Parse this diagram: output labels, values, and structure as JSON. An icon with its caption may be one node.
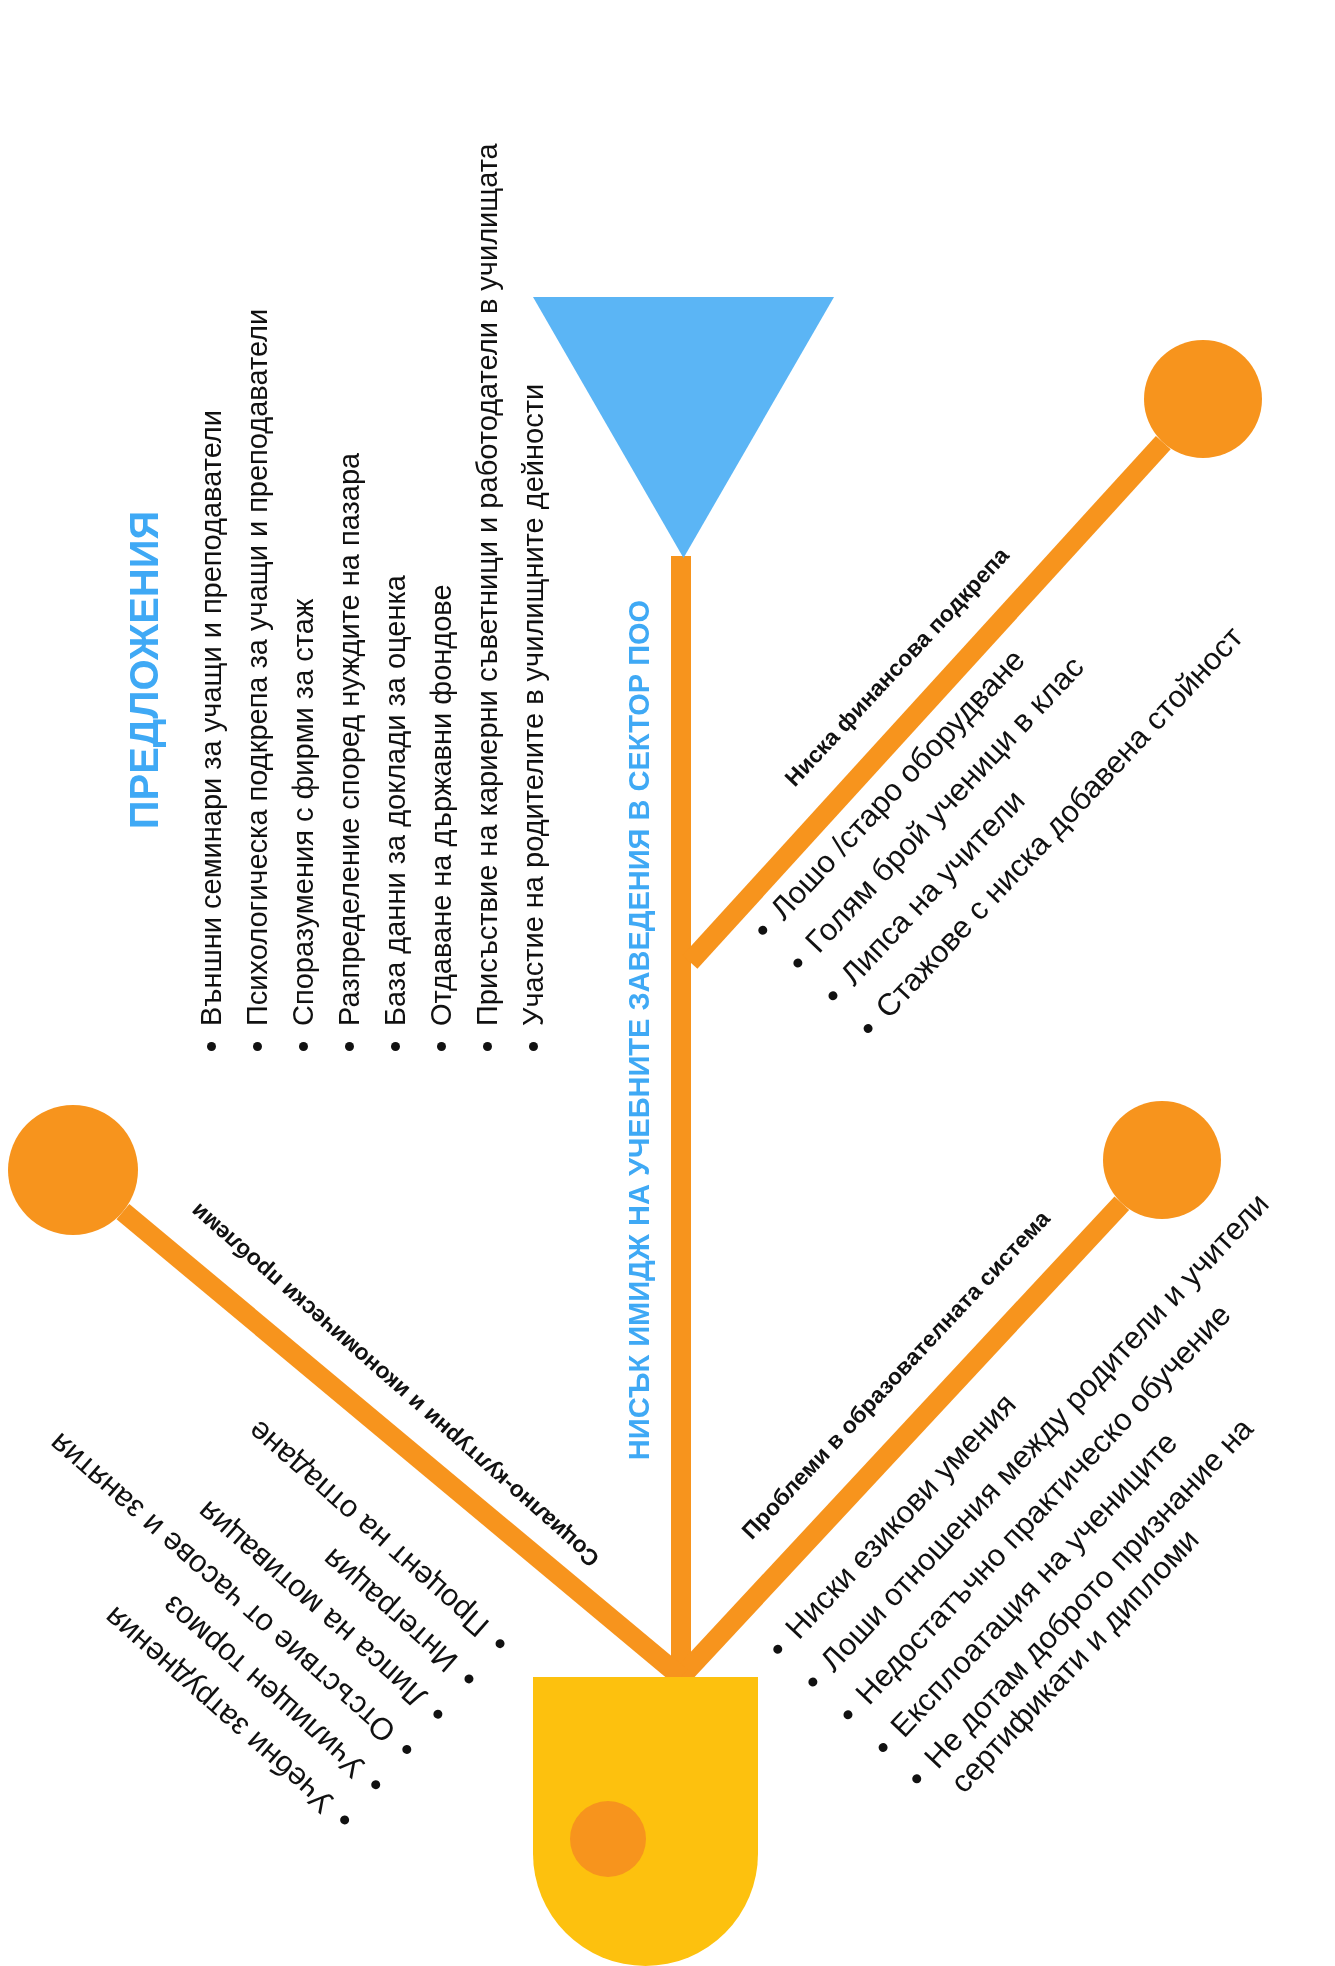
{
  "diagram": {
    "nodes": [
      {
        "text": [],
        "shape": "triangle"
      },
      {
        "text": [],
        "shape": "cup"
      },
      {
        "text": [],
        "shape": "circle"
      },
      {
        "text": [],
        "shape": "circle"
      },
      {
        "text": [],
        "shape": "circle"
      }
    ],
    "edges": [
      {
        "from": 1,
        "to": 0,
        "arrow": "none",
        "label": "НИСЪК ИМИДЖ НА УЧЕБНИТЕ ЗАВЕДЕНИЯ В СЕКТОР ПОО"
      },
      {
        "from": null,
        "to": 2,
        "arrow": "none",
        "label": "Ниска финансова подкрепа"
      },
      {
        "from": 1,
        "to": 3,
        "arrow": "none",
        "label": "Проблеми в образователната система"
      },
      {
        "from": 1,
        "to": 4,
        "arrow": "none",
        "label": "Социално-културни и икономически проблеми"
      }
    ],
    "labels": [
      "ПРЕДЛОЖЕНИЯ",
      "Външни семинари за учащи и преподаватели",
      "Психологическа подкрепа за учащи и преподаватели",
      "Споразумения с фирми за стаж",
      "Разпределение според нуждите на пазара",
      "База данни за доклади за оценка",
      "Отдаване на държавни фондове",
      "Присъствие на кариерни съветници и работодатели в училищата",
      "Участие на родителите в училищните дейности",
      "Лошо /старо оборудване",
      "Голям брой ученици в клас",
      "Липса на учители",
      "Стажове с ниска добавена стойност",
      "Ниски езикови умения",
      "Лоши отношения между родители и учители",
      "Недостатъчно практическо обучение",
      "Експлоатация на учениците",
      "Не дотам доброто признание на сертификати и дипломи",
      "Учебни затруднения",
      "Училищен тормоз",
      "Отсъствие от часове и занятия",
      "Липса на мотивация",
      "Интеграция",
      "Процент на отпадане"
    ]
  }
}
